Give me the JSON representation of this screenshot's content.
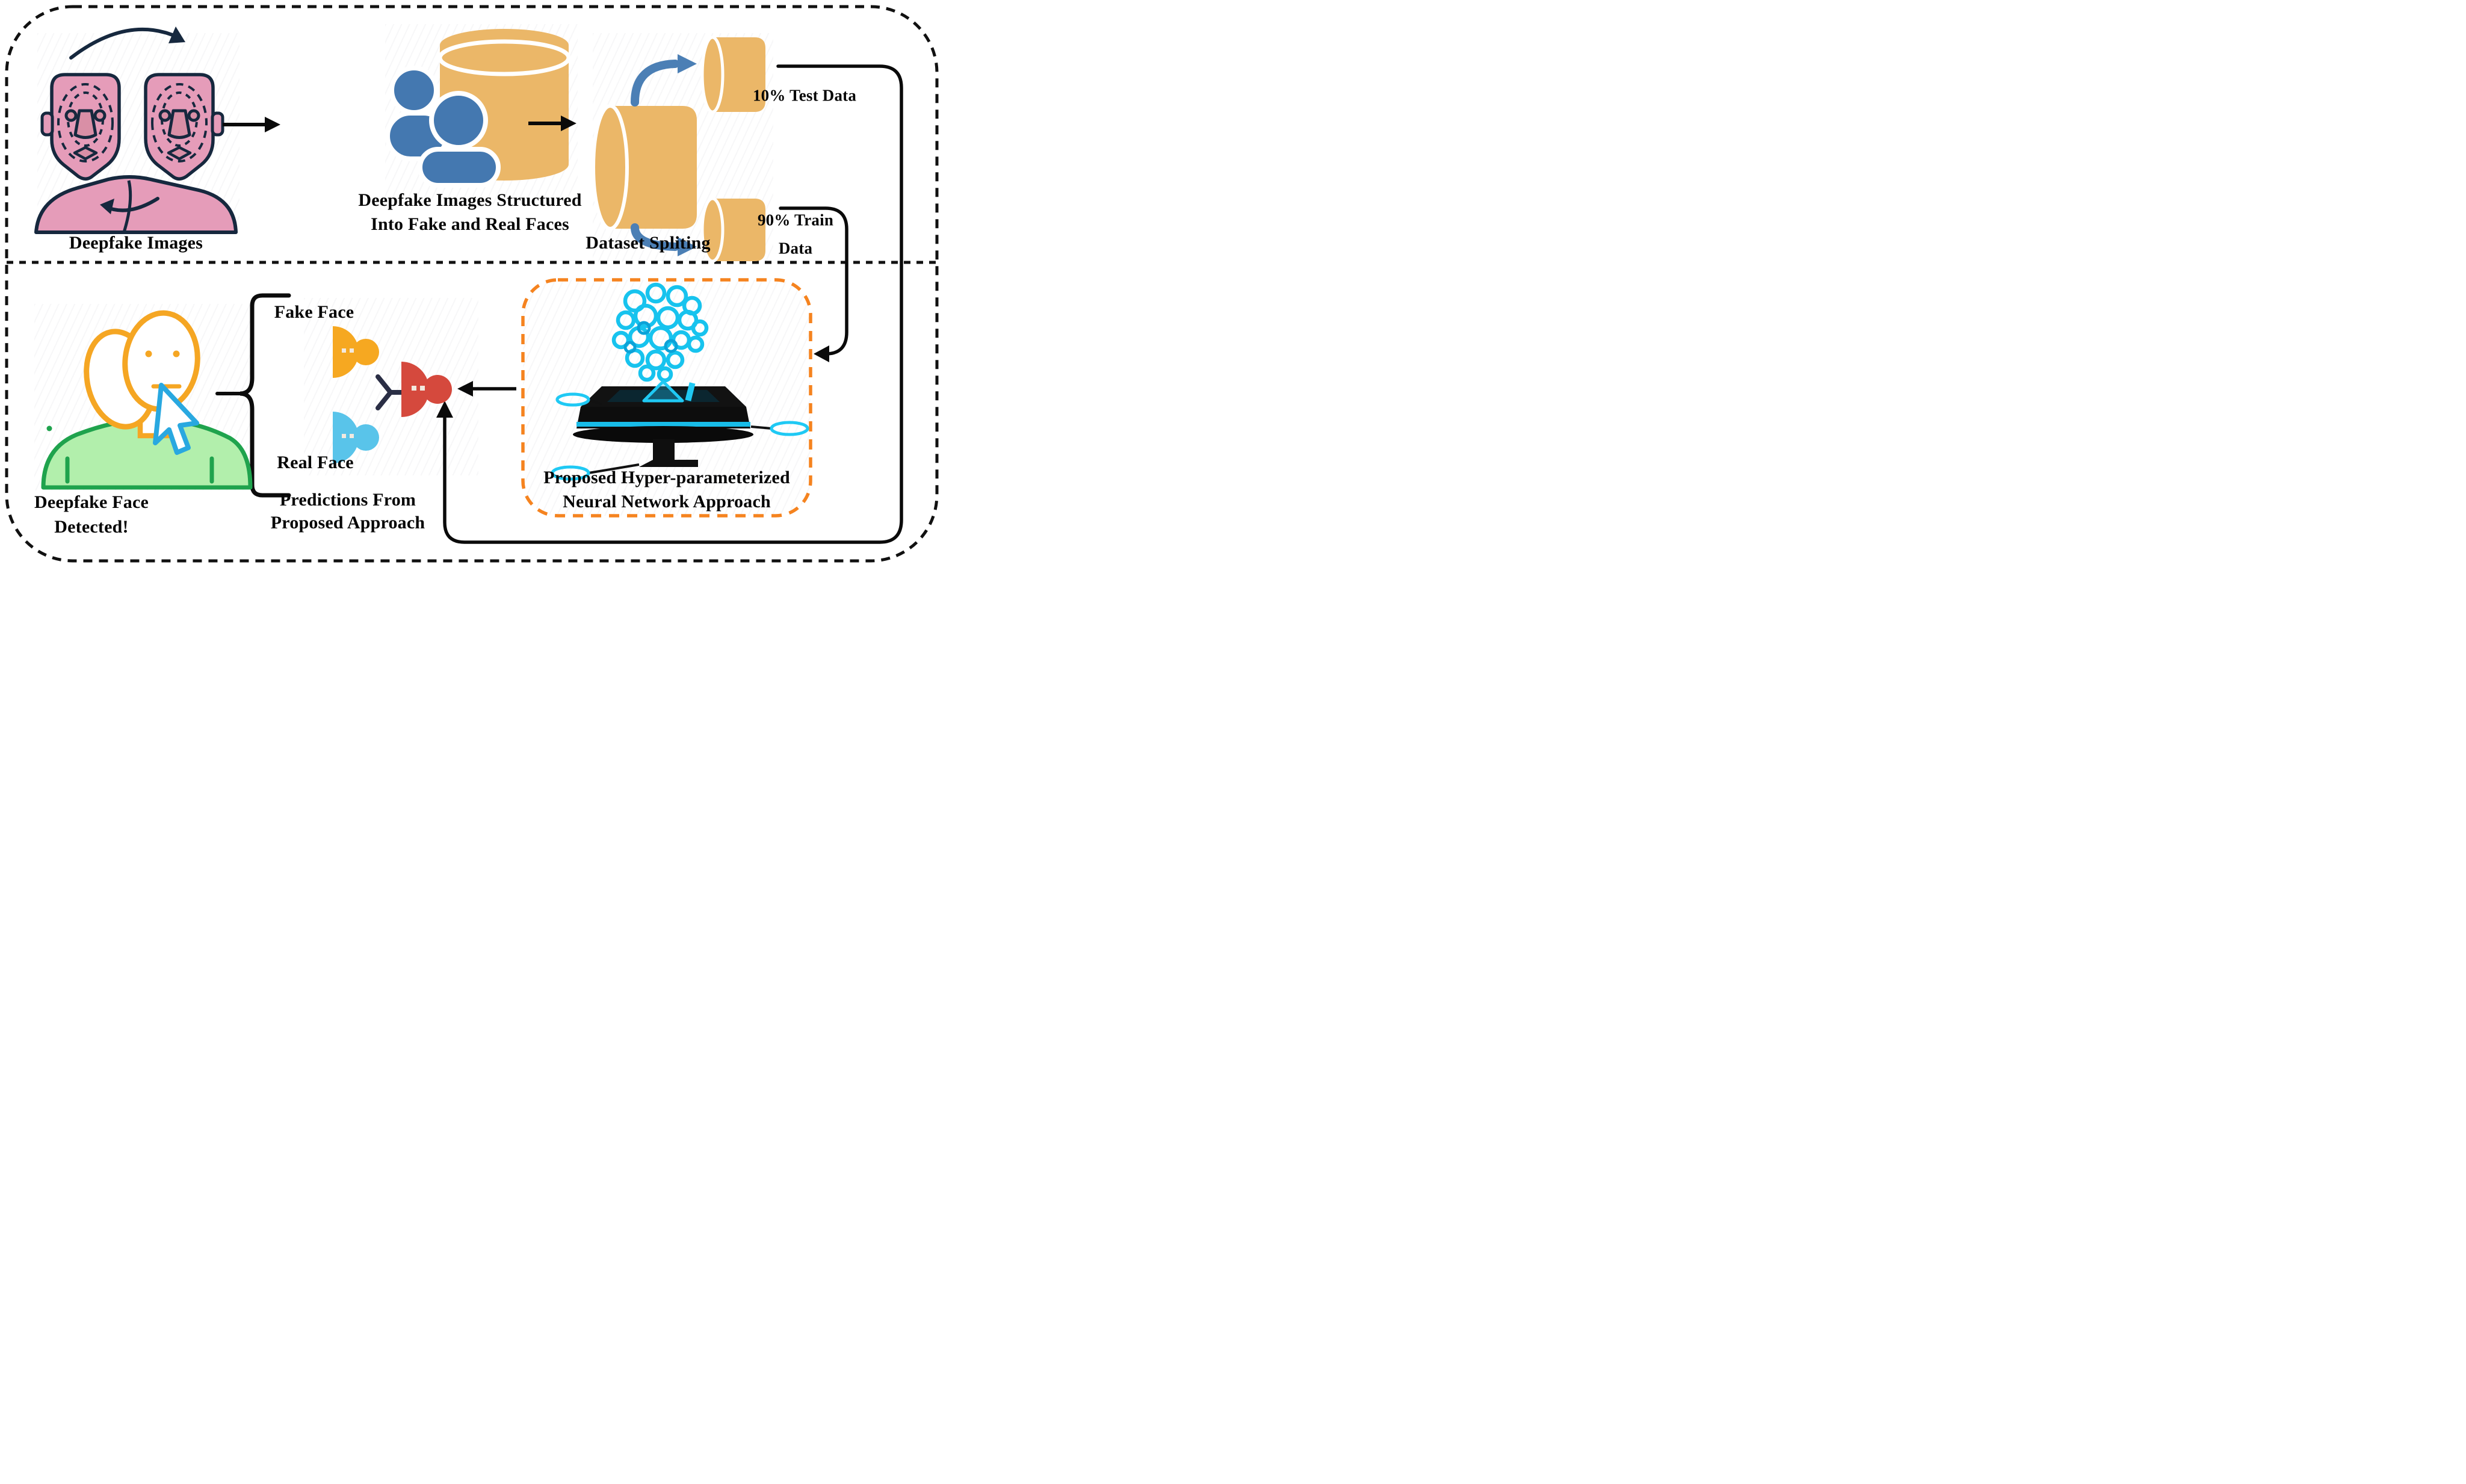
{
  "diagram": {
    "title_semantic": "Deepfake detection pipeline flowchart",
    "labels": {
      "deepfake_images": "Deepfake Images",
      "structured_line1": "Deepfake Images Structured",
      "structured_line2": "Into Fake and Real Faces",
      "dataset_splitting": "Dataset Spliting",
      "test_data": "10% Test Data",
      "train_data_line1": "90% Train",
      "train_data_line2": "Data",
      "fake_face": "Fake Face",
      "real_face": "Real Face",
      "predictions_line1": "Predictions From",
      "predictions_line2": "Proposed Approach",
      "nn_box_line1": "Proposed Hyper-parameterized",
      "nn_box_line2": "Neural Network Approach",
      "detected_line1": "Deepfake Face",
      "detected_line2": "Detected!"
    },
    "icons": [
      {
        "name": "face-swap-icon",
        "meaning": "two masked deepfake faces with swap arrows"
      },
      {
        "name": "users-database-icon",
        "meaning": "two user silhouettes in front of a database cylinder"
      },
      {
        "name": "dataset-split-icon",
        "meaning": "database cylinder split into two smaller cylinders with blue arrows"
      },
      {
        "name": "brain-ai-chip-icon",
        "meaning": "cyan hologram brain over black AI platform with circuit rings"
      },
      {
        "name": "fake-face-piece-icon",
        "meaning": "orange profile piece for fake face class"
      },
      {
        "name": "real-face-piece-icon",
        "meaning": "light blue profile piece for real face class"
      },
      {
        "name": "prediction-piece-icon",
        "meaning": "red merged profile piece for prediction output"
      },
      {
        "name": "merge-branch-icon",
        "meaning": "small navy Y branch glyph"
      },
      {
        "name": "person-detected-icon",
        "meaning": "person in green shirt with orange mask face"
      },
      {
        "name": "cursor-icon",
        "meaning": "blue mouse pointer over the face"
      }
    ],
    "colors": {
      "outline_navy": "#16283E",
      "face_pink": "#E59CB9",
      "face_pink_dark": "#D98FA6",
      "person_blue": "#4478B0",
      "cylinder_tan": "#EBB768",
      "split_arrow_blue": "#4B7FB5",
      "line_black": "#0A0A0A",
      "nn_box_orange": "#F5831F",
      "fake_piece_orange": "#F6A821",
      "real_piece_blue": "#59C4EA",
      "prediction_piece_red": "#D5493D",
      "merge_navy": "#2A2E45",
      "shirt_green_fill": "#B2EFAC",
      "shirt_green_stroke": "#1FA34D",
      "head_orange": "#F5A623",
      "cursor_blue": "#29A8E0",
      "brain_cyan": "#17C3EE"
    }
  }
}
